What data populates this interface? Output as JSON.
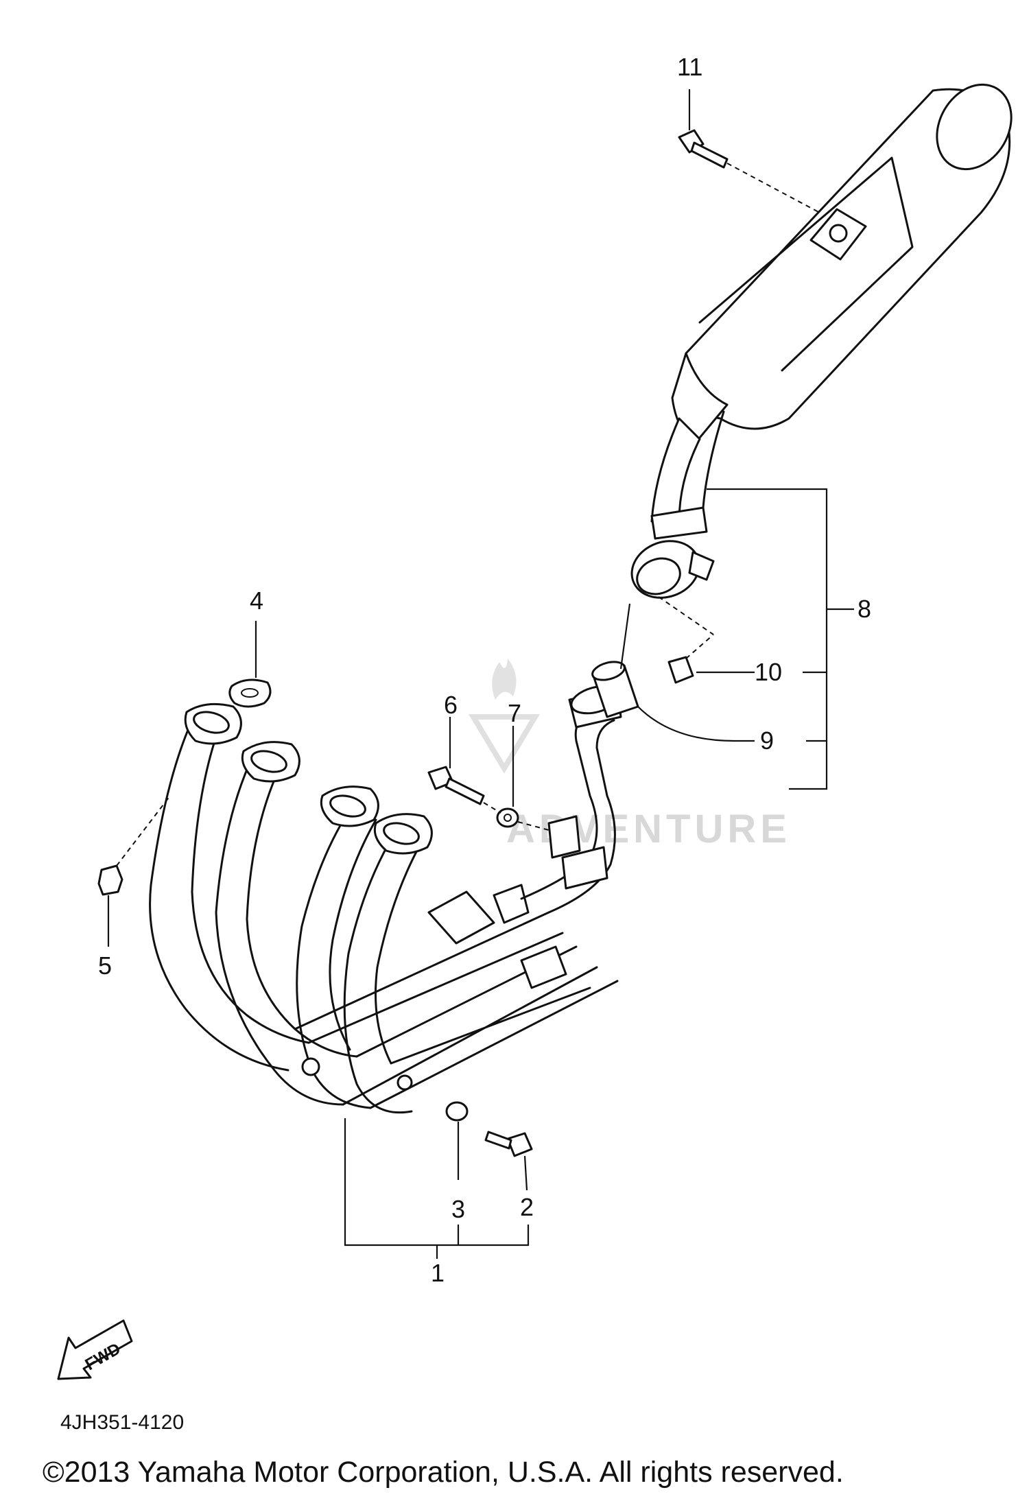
{
  "callouts": [
    "1",
    "2",
    "3",
    "4",
    "5",
    "6",
    "7",
    "8",
    "9",
    "10",
    "11"
  ],
  "forward_arrow_label": "FWD",
  "diagram_code": "4JH351-4120",
  "watermark_text": "ADVENTURE",
  "copyright": "©2013 Yamaha Motor Corporation, U.S.A. All rights reserved."
}
